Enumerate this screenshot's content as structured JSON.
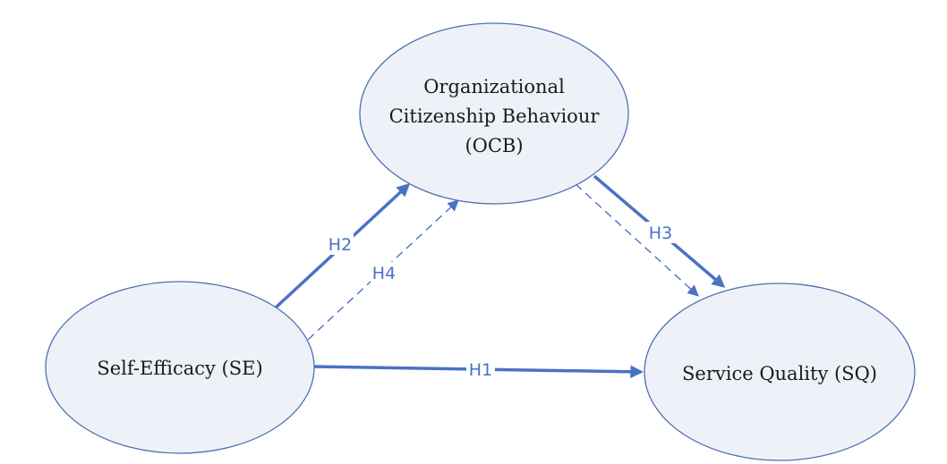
{
  "nodes": {
    "ocb": {
      "lines": [
        "Organizational",
        "Citizenship Behaviour",
        "(OCB)"
      ]
    },
    "se": {
      "label": "Self-Efficacy (SE)"
    },
    "sq": {
      "label": "Service Quality (SQ)"
    }
  },
  "edges": {
    "h1": {
      "label": "H1",
      "from": "Self-Efficacy (SE)",
      "to": "Service Quality (SQ)",
      "style": "solid"
    },
    "h2": {
      "label": "H2",
      "from": "Self-Efficacy (SE)",
      "to": "Organizational Citizenship Behaviour (OCB)",
      "style": "solid"
    },
    "h3": {
      "label": "H3",
      "from": "Organizational Citizenship Behaviour (OCB)",
      "to": "Service Quality (SQ)",
      "style": "solid"
    },
    "h4": {
      "label": "H4",
      "from": "Self-Efficacy (SE)",
      "to": "Organizational Citizenship Behaviour (OCB)",
      "style": "dashed"
    },
    "h4b": {
      "from": "Organizational Citizenship Behaviour (OCB)",
      "to": "Service Quality (SQ)",
      "style": "dashed"
    }
  },
  "colors": {
    "edge": "#4a72c4",
    "node_fill": "#eef1f8",
    "node_stroke": "#4f6fb3"
  }
}
